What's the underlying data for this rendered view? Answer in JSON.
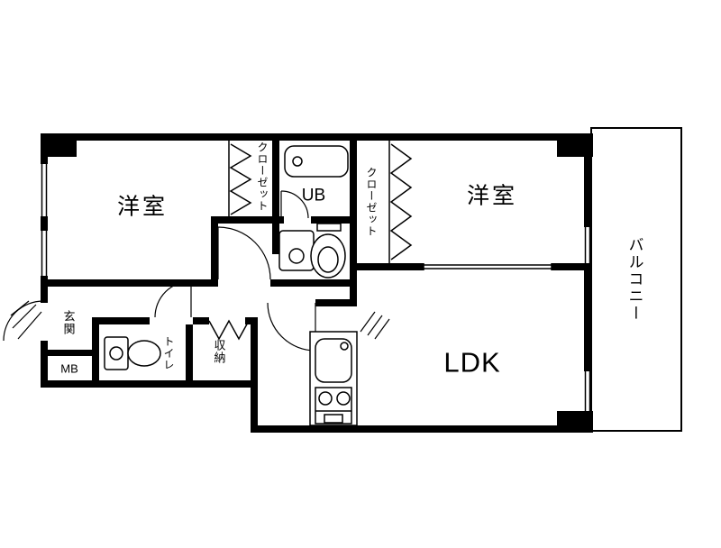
{
  "colors": {
    "wall": "#000000",
    "line": "#000000",
    "background": "#ffffff"
  },
  "rooms": {
    "bedroom_top_left": "洋室",
    "bedroom_top_right": "洋室",
    "closet_left": "クローゼット",
    "closet_right": "クローゼット",
    "unit_bath": "UB",
    "ldk": "LDK",
    "balcony": "バルコニー",
    "entrance": "玄関",
    "meter_box": "MB",
    "toilet": "トイレ",
    "storage": "収納"
  }
}
